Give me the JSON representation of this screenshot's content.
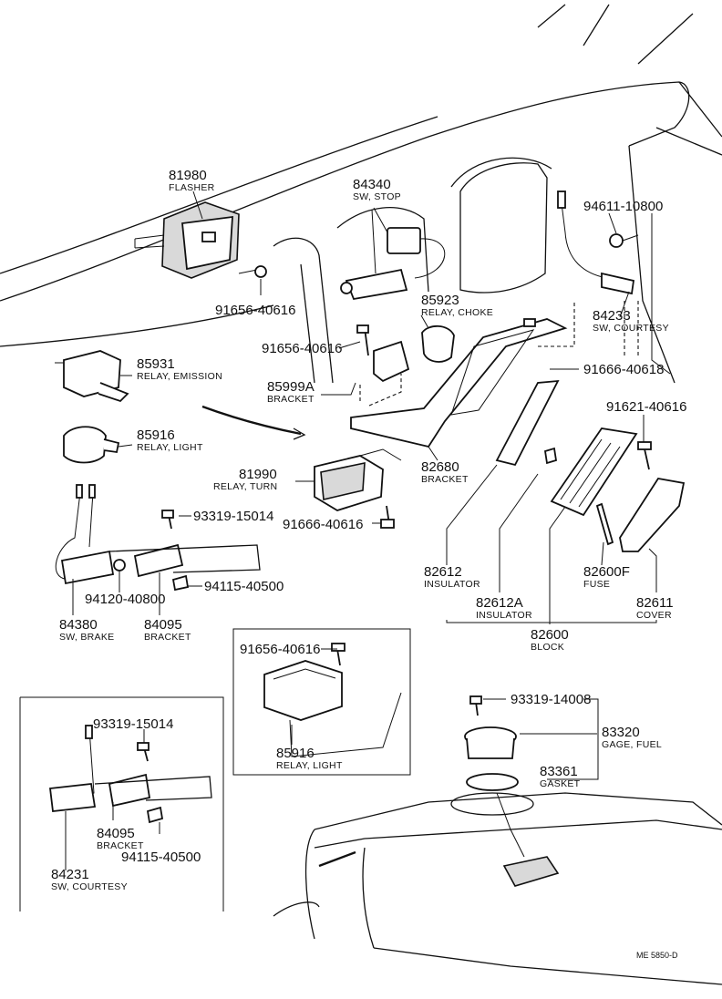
{
  "parts": {
    "p81980": {
      "number": "81980",
      "name": "FLASHER"
    },
    "p84340": {
      "number": "84340",
      "name": "SW, STOP"
    },
    "p94611": {
      "number": "94611-10800"
    },
    "p84233": {
      "number": "84233",
      "name": "SW, COURTESY"
    },
    "p91656a": {
      "number": "91656-40616"
    },
    "p85923": {
      "number": "85923",
      "name": "RELAY, CHOKE"
    },
    "p91656b": {
      "number": "91656-40616"
    },
    "p91666a": {
      "number": "91666-40618"
    },
    "p85931": {
      "number": "85931",
      "name": "RELAY, EMISSION"
    },
    "p85999A": {
      "number": "85999A",
      "name": "BRACKET"
    },
    "p85916a": {
      "number": "85916",
      "name": "RELAY, LIGHT"
    },
    "p91621": {
      "number": "91621-40616"
    },
    "p81990": {
      "number": "81990",
      "name": "RELAY, TURN"
    },
    "p82680": {
      "number": "82680",
      "name": "BRACKET"
    },
    "p93319a": {
      "number": "93319-15014"
    },
    "p91666b": {
      "number": "91666-40616"
    },
    "p94115a": {
      "number": "94115-40500"
    },
    "p94120": {
      "number": "94120-40800"
    },
    "p82612": {
      "number": "82612",
      "name": "INSULATOR"
    },
    "p82600F": {
      "number": "82600F",
      "name": "FUSE"
    },
    "p82611": {
      "number": "82611",
      "name": "COVER"
    },
    "p82612A": {
      "number": "82612A",
      "name": "INSULATOR"
    },
    "p82600": {
      "number": "82600",
      "name": "BLOCK"
    },
    "p84380": {
      "number": "84380",
      "name": "SW, BRAKE"
    },
    "p84095a": {
      "number": "84095",
      "name": "BRACKET"
    },
    "p91656c": {
      "number": "91656-40616"
    },
    "p85916b": {
      "number": "85916",
      "name": "RELAY, LIGHT"
    },
    "p93319b": {
      "number": "93319-15014"
    },
    "p84095b": {
      "number": "84095",
      "name": "BRACKET"
    },
    "p94115b": {
      "number": "94115-40500"
    },
    "p84231": {
      "number": "84231",
      "name": "SW, COURTESY"
    },
    "p93319c": {
      "number": "93319-14008"
    },
    "p83320": {
      "number": "83320",
      "name": "GAGE, FUEL"
    },
    "p83361": {
      "number": "83361",
      "name": "GASKET"
    }
  },
  "reference": "ME 5850-D"
}
